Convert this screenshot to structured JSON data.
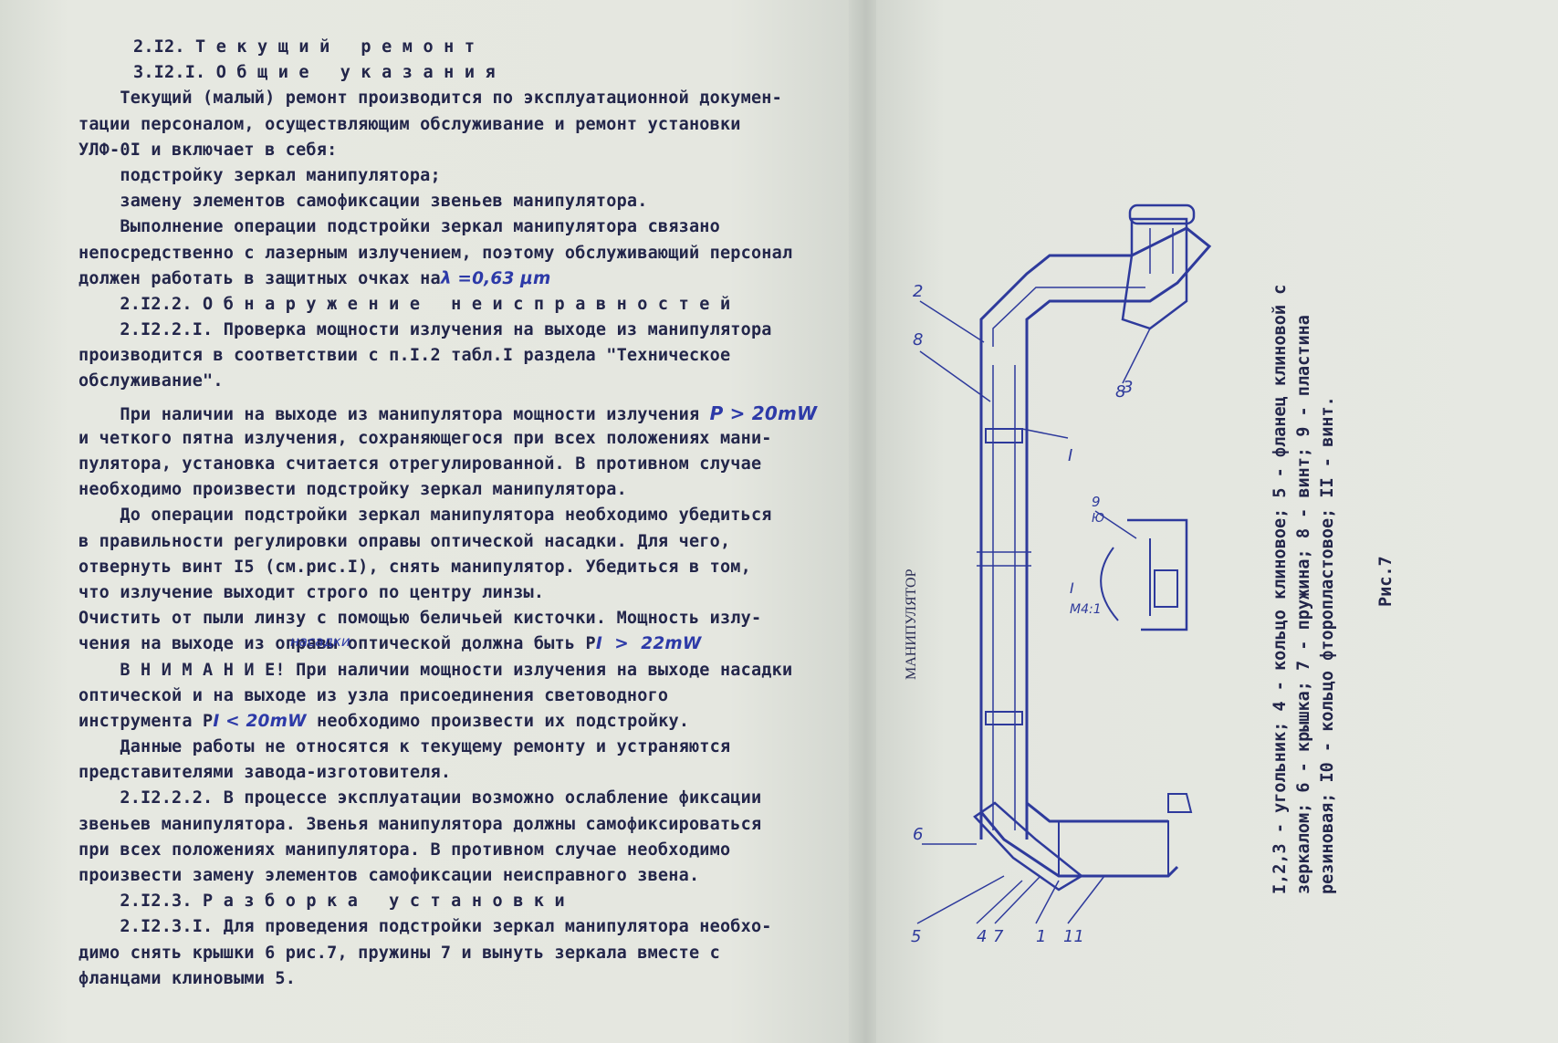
{
  "left_page": {
    "lines": [
      "2.I2. Т е к у щ и й   р е м о н т",
      "3.I2.I. О б щ и е   у к а з а н и я",
      "    Текущий (малый) ремонт производится по эксплуатационной докумен-",
      "тации персоналом, осуществляющим обслуживание и ремонт установки",
      "УЛФ-0I и включает в себя:",
      "    подстройку зеркал манипулятора;",
      "    замену элементов самофиксации звеньев манипулятора.",
      "    Выполнение операции подстройки зеркал манипулятора связано",
      "непосредственно с лазерным излучением, поэтому обслуживающий персонал",
      "должен работать в защитных очках на",
      "    2.I2.2. О б н а р у ж е н и е   н е и с п р а в н о с т е й",
      "    2.I2.2.I. Проверка мощности излучения на выходе из манипулятора",
      "производится в соответствии с п.I.2 табл.I раздела \"Техническое",
      "обслуживание\".",
      "    При наличии на выходе из манипулятора мощности излучения",
      "и четкого пятна излучения, сохраняющегося при всех положениях мани-",
      "пулятора, установка считается отрегулированной. В противном случае",
      "необходимо произвести подстройку зеркал манипулятора.",
      "    До операции подстройки зеркал манипулятора необходимо убедиться",
      "в правильности регулировки оправы оптической насадки. Для чего,",
      "отвернуть винт I5 (см.рис.I), снять манипулятор. Убедиться в том,",
      "что излучение выходит строго по центру линзы.",
      "Очистить от пыли линзу с помощью беличьей кисточки. Мощность излу-",
      "чения на выходе из оправы оптической должна быть P",
      "    В Н И М А Н И Е! При наличии мощности излучения на выходе насадки",
      "оптической и на выходе из узла присоединения световодного",
      "инструмента P",
      "    Данные работы не относятся к текущему ремонту и устраняются",
      "представителями завода-изготовителя.",
      "    2.I2.2.2. В процессе эксплуатации возможно ослабление фиксации",
      "звеньев манипулятора. Звенья манипулятора должны самофиксироваться",
      "при всех положениях манипулятора. В противном случае необходимо",
      "произвести замену элементов самофиксации неисправного звена.",
      "    2.I2.3. Р а з б о р к а   у с т а н о в к и",
      "    2.I2.3.I. Для проведения подстройки зеркал манипулятора необхо-",
      "димо снять крышки 6 рис.7, пружины 7 и вынуть зеркала вместе с",
      "фланцами клиновыми 5."
    ],
    "handwritten": {
      "wavelength": "λ =0,63 μm",
      "power_threshold": "P > 20mW",
      "insert_word": "насадки",
      "power_22": "I  >  22mW",
      "power_20": "I < 20mW",
      "power_20_tail": " необходимо произвести их подстройку."
    }
  },
  "right_page": {
    "figure_title": "МАНИПУЛЯТОР",
    "detail_label": "I",
    "detail_scale": "М4:1",
    "detail_leader": "9",
    "detail_leader2": "Ю",
    "callouts": [
      "2",
      "8",
      "8",
      "3",
      "I",
      "6",
      "5",
      "4",
      "7",
      "1",
      "11"
    ],
    "caption_lines": [
      "I,2,3 - угольник; 4 - кольцо клиновое; 5 - фланец клиновой с",
      "зеркалом; 6 - крышка; 7 - пружина; 8 - винт; 9 - пластина",
      "резиновая; I0 - кольцо фторопластовое; II - винт."
    ],
    "figure_number": "Рис.7"
  },
  "colors": {
    "ink_type": "#23264a",
    "ink_pen": "#2d3aa8",
    "paper": "#e4e6df"
  }
}
